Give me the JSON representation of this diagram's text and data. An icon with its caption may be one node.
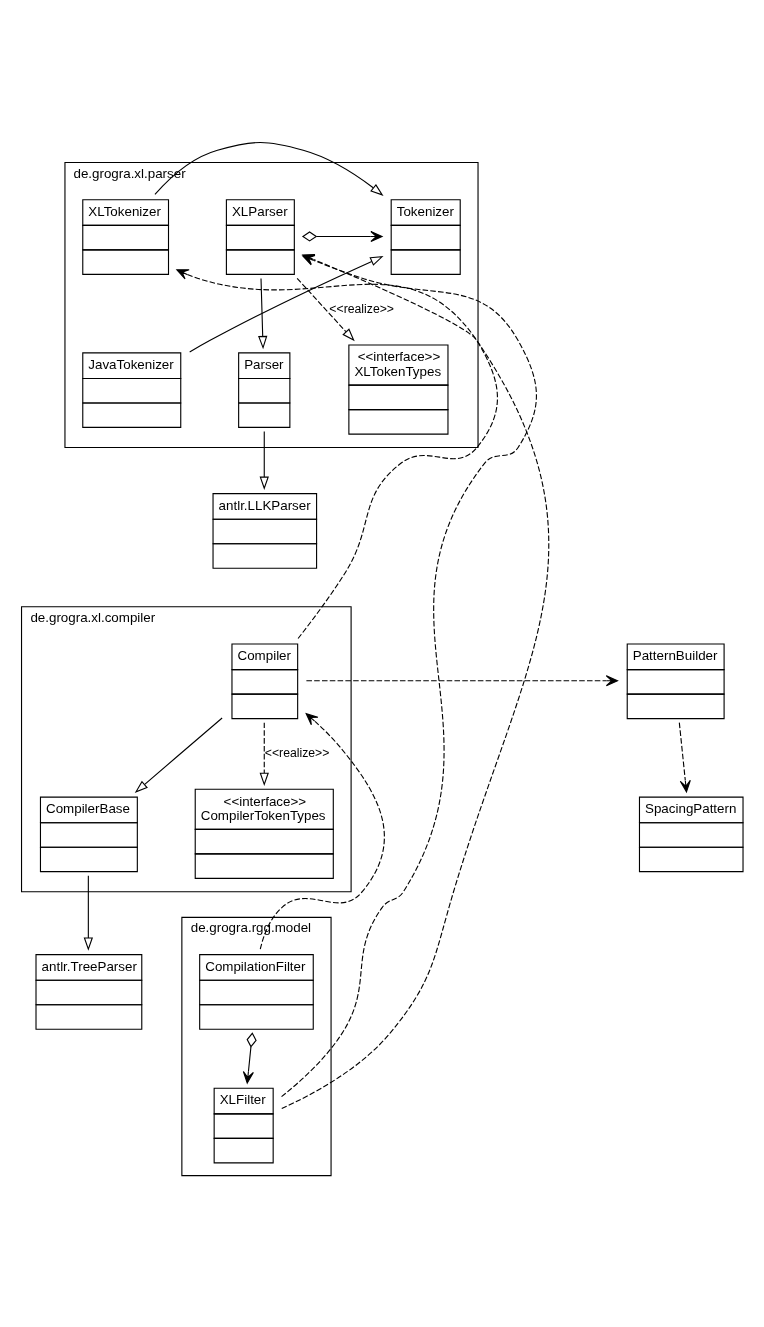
{
  "diagram": {
    "nodes": [
      {
        "text": [
          "de.grogra.xl.parser"
        ]
      },
      {
        "text": [
          "XLParser"
        ],
        "in": 0
      },
      {
        "text": [
          "Tokenizer"
        ],
        "in": 0
      },
      {
        "text": [
          "XLTokenizer"
        ],
        "in": 0
      },
      {
        "text": [
          "Parser"
        ],
        "in": 0
      },
      {
        "text": [
          "<<interface>>",
          "XLTokenTypes"
        ],
        "in": 0
      },
      {
        "text": [
          "JavaTokenizer"
        ],
        "in": 0
      },
      {
        "text": [
          "antlr.LLKParser"
        ]
      },
      {
        "text": [
          "de.grogra.xl.compiler"
        ]
      },
      {
        "text": [
          "Compiler"
        ],
        "in": 8
      },
      {
        "text": [
          "PatternBuilder"
        ]
      },
      {
        "text": [
          "CompilerBase"
        ],
        "in": 8
      },
      {
        "text": [
          "<<interface>>",
          "CompilerTokenTypes"
        ],
        "in": 8
      },
      {
        "text": [
          "SpacingPattern"
        ]
      },
      {
        "text": [
          "antlr.TreeParser"
        ]
      },
      {
        "text": [
          "de.grogra.rgg.model"
        ]
      },
      {
        "text": [
          "XLFilter"
        ],
        "in": 15
      },
      {
        "text": [
          "CompilationFilter"
        ],
        "in": 15
      }
    ],
    "edges": [
      {
        "from": 1,
        "to": 2,
        "arrow": "to"
      },
      {
        "from": 3,
        "to": 2,
        "arrow": "to"
      },
      {
        "from": 1,
        "to": 4,
        "arrow": "to"
      },
      {
        "from": 1,
        "to": 5,
        "arrow": "to",
        "style": "dashed",
        "label": "<<realize>>"
      },
      {
        "from": 6,
        "to": 2,
        "arrow": "to"
      },
      {
        "from": 4,
        "to": 7,
        "arrow": "to"
      },
      {
        "from": 9,
        "to": 1,
        "arrow": "to",
        "style": "dashed"
      },
      {
        "from": 16,
        "to": 1,
        "arrow": "to",
        "style": "dashed"
      },
      {
        "from": 16,
        "to": 3,
        "arrow": "to",
        "style": "dashed"
      },
      {
        "from": 17,
        "to": 9,
        "arrow": "to",
        "style": "dashed"
      },
      {
        "from": 9,
        "to": 10,
        "arrow": "to",
        "style": "dashed"
      },
      {
        "from": 10,
        "to": 13,
        "arrow": "to",
        "style": "dashed"
      },
      {
        "from": 9,
        "to": 11,
        "arrow": "to"
      },
      {
        "from": 9,
        "to": 12,
        "arrow": "to",
        "style": "dashed",
        "label": "<<realize>>"
      },
      {
        "from": 11,
        "to": 14,
        "arrow": "to"
      },
      {
        "from": 17,
        "to": 16,
        "arrow": "to"
      }
    ]
  }
}
